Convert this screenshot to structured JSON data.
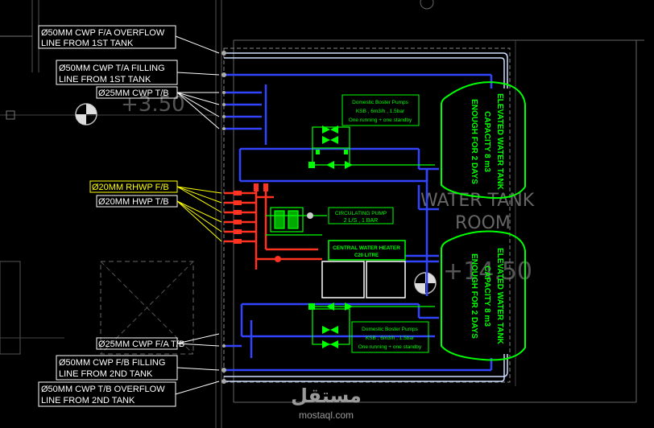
{
  "labels": {
    "cwp_fa_overflow_1": "Ø50MM  CWP F/A OVERFLOW",
    "cwp_fa_overflow_1b": "LINE FROM 1ST TANK",
    "cwp_ta_filling_1": "Ø50MM CWP T/A FILLING",
    "cwp_ta_filling_1b": "LINE FROM 1ST TANK",
    "cwp_tb_25": "Ø25MM CWP T/B",
    "rhwp_fb": "Ø20MM RHWP F/B",
    "hwp_tb": "Ø20MM HWP T/B",
    "cwp_fa_25": "Ø25MM CWP F/A T/B",
    "cwp_fb_filling_2": "Ø50MM CWP F/B FILLING",
    "cwp_fb_filling_2b": "LINE FROM 2ND TANK",
    "cwp_tb_overflow_2": "Ø50MM CWP T/B OVERFLOW",
    "cwp_tb_overflow_2b": "LINE FROM 2ND TANK"
  },
  "pumps_top": {
    "l1": "Domestic Boster Pumps",
    "l2": "KSB , 6m3/h , 1.5bar",
    "l3": "One running + one standby"
  },
  "pumps_bottom": {
    "l1": "Domestic Boster Pumps",
    "l2": "KSB , 6m3/h , 1.5bar",
    "l3": "One running + one standby"
  },
  "circ_pump": {
    "l1": "CIRCULATING    PUMP",
    "l2": "2  L/S  ,  1 BAR"
  },
  "heater": {
    "l1": "CENTRAL WATER HEATER",
    "l2": "C20 LITRE"
  },
  "tank_top": {
    "l1": "ELEVATED WATER TANK",
    "l2": "CAPACITY 8 m3",
    "l3": "ENOUGH FOR 2 DAYS"
  },
  "tank_bottom": {
    "l1": "ELEVATED WATER TANK",
    "l2": "CAPACITY 8 m3",
    "l3": "ENOUGH FOR 2 DAYS"
  },
  "room": {
    "l1": "WATER TANK",
    "l2": "ROOM"
  },
  "levels": {
    "top": "+3.50",
    "mid": "+14.50"
  },
  "watermark": {
    "arabic": "مستقل",
    "latin": "mostaql.com"
  },
  "colors": {
    "cwp": "#3344ff",
    "hwp": "#ff3322",
    "equipment": "#00ff00",
    "label_box": "#ffffff",
    "highlight": "#ffff00",
    "ghost": "#555555"
  }
}
